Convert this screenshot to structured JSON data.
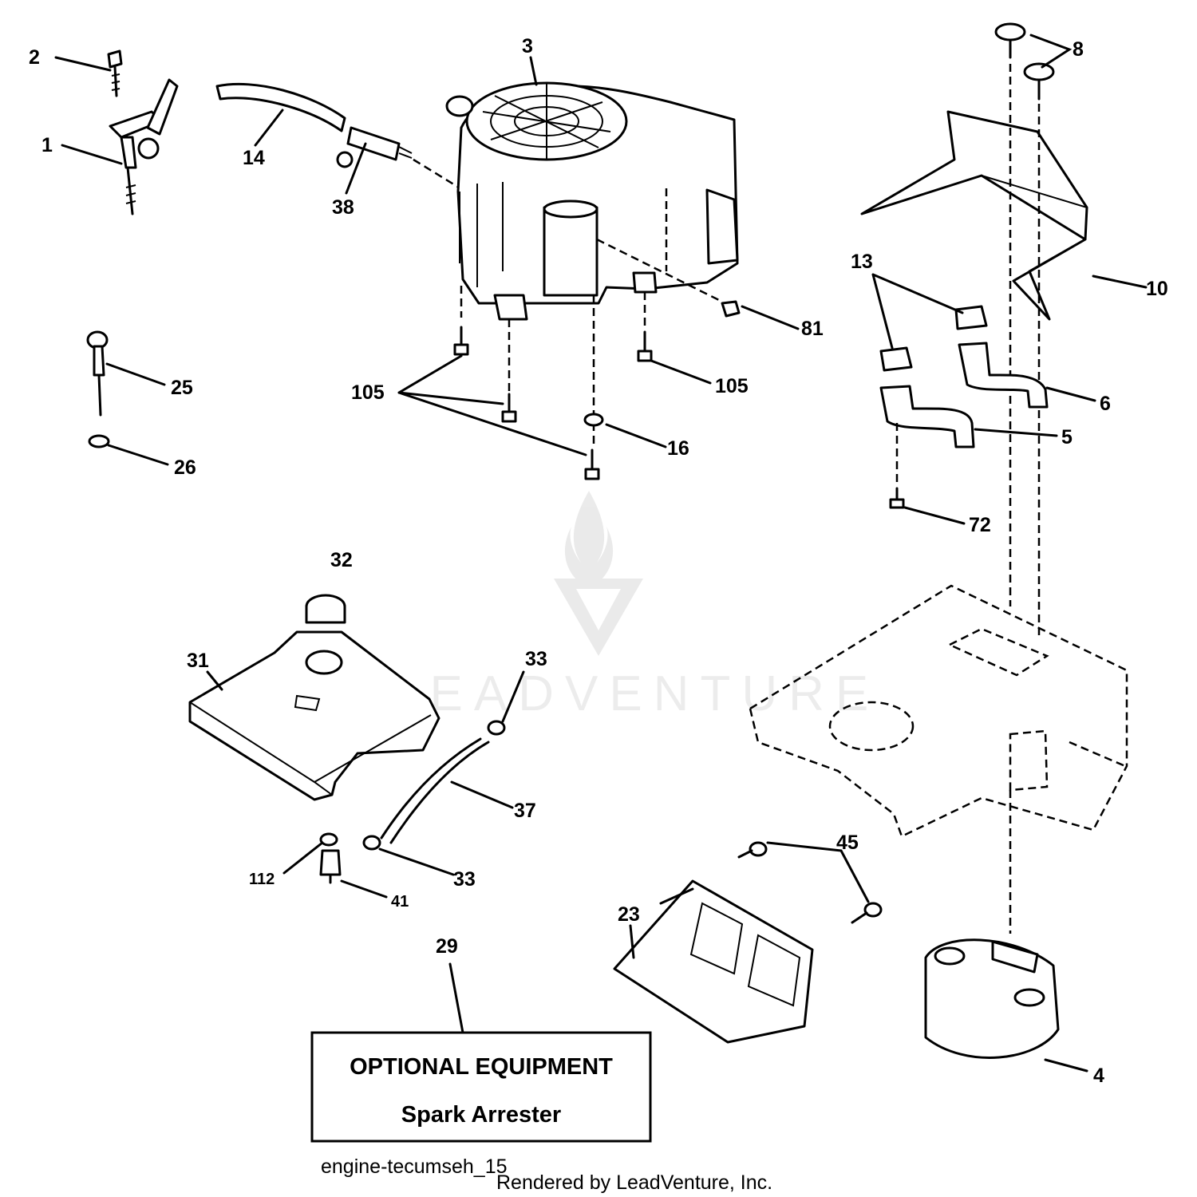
{
  "callouts": [
    {
      "id": "1",
      "text": "1"
    },
    {
      "id": "2",
      "text": "2"
    },
    {
      "id": "3",
      "text": "3"
    },
    {
      "id": "4",
      "text": "4"
    },
    {
      "id": "5",
      "text": "5"
    },
    {
      "id": "6",
      "text": "6"
    },
    {
      "id": "8",
      "text": "8"
    },
    {
      "id": "10",
      "text": "10"
    },
    {
      "id": "13",
      "text": "13"
    },
    {
      "id": "14",
      "text": "14"
    },
    {
      "id": "16",
      "text": "16"
    },
    {
      "id": "23",
      "text": "23"
    },
    {
      "id": "25",
      "text": "25"
    },
    {
      "id": "26",
      "text": "26"
    },
    {
      "id": "29",
      "text": "29"
    },
    {
      "id": "31",
      "text": "31"
    },
    {
      "id": "32",
      "text": "32"
    },
    {
      "id": "33a",
      "text": "33"
    },
    {
      "id": "33b",
      "text": "33"
    },
    {
      "id": "37",
      "text": "37"
    },
    {
      "id": "38",
      "text": "38"
    },
    {
      "id": "41",
      "text": "41"
    },
    {
      "id": "45",
      "text": "45"
    },
    {
      "id": "72",
      "text": "72"
    },
    {
      "id": "81",
      "text": "81"
    },
    {
      "id": "105a",
      "text": "105"
    },
    {
      "id": "105b",
      "text": "105"
    },
    {
      "id": "112",
      "text": "112"
    }
  ],
  "optional_box": {
    "title": "OPTIONAL EQUIPMENT",
    "subtitle": "Spark Arrester"
  },
  "diagram_code": "engine-tecumseh_15",
  "credit": "Rendered by LeadVenture, Inc.",
  "watermark": "LEADVENTURE",
  "icons": {
    "watermark_logo": "flame-v-logo-icon"
  }
}
